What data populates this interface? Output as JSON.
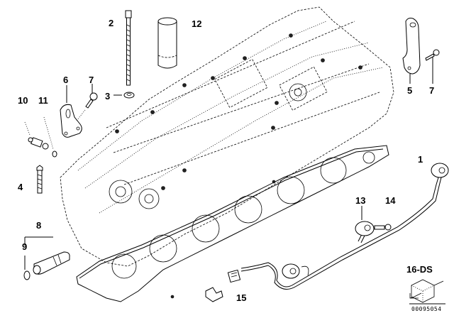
{
  "diagram": {
    "title": "Cylinder head exploded parts diagram",
    "callouts": [
      {
        "id": "1",
        "text": "1"
      },
      {
        "id": "2",
        "text": "2"
      },
      {
        "id": "3",
        "text": "3"
      },
      {
        "id": "4",
        "text": "4"
      },
      {
        "id": "5",
        "text": "5"
      },
      {
        "id": "6",
        "text": "6"
      },
      {
        "id": "7a",
        "text": "7"
      },
      {
        "id": "7b",
        "text": "7"
      },
      {
        "id": "8",
        "text": "8"
      },
      {
        "id": "9",
        "text": "9"
      },
      {
        "id": "10",
        "text": "10"
      },
      {
        "id": "11",
        "text": "11"
      },
      {
        "id": "12",
        "text": "12"
      },
      {
        "id": "13",
        "text": "13"
      },
      {
        "id": "14",
        "text": "14"
      },
      {
        "id": "15",
        "text": "15"
      },
      {
        "id": "16",
        "text": "16-DS"
      }
    ],
    "reference_code": "00095054"
  }
}
